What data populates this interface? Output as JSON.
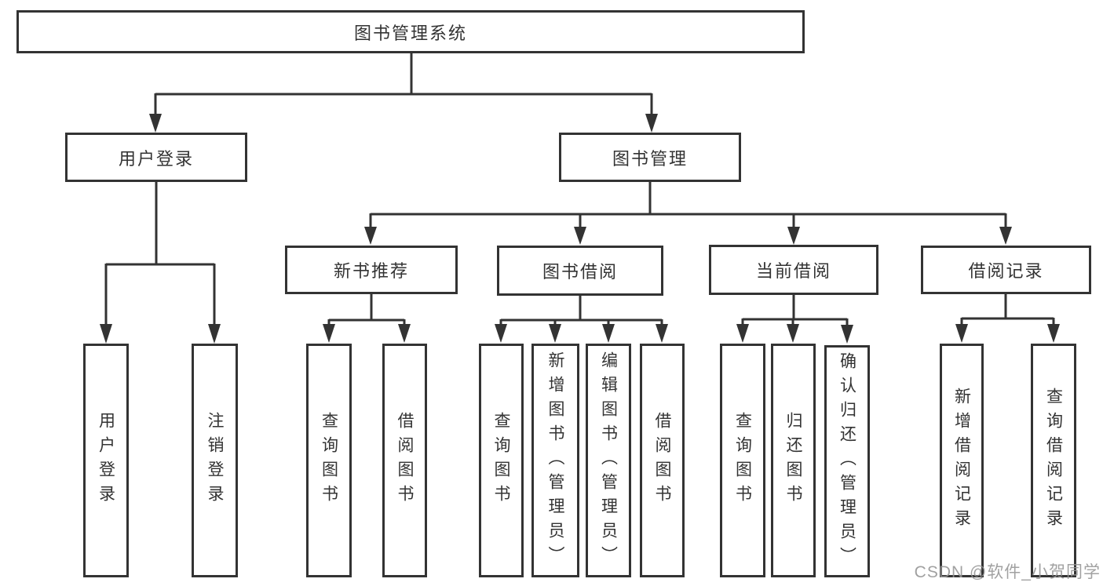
{
  "watermark": "CSDN @软件_小贺同学",
  "colors": {
    "line": "#333333",
    "box_border": "#333333",
    "text": "#333333",
    "watermark": "#949494",
    "background": "#ffffff"
  },
  "tree": {
    "label": "图书管理系统",
    "children": [
      {
        "label": "用户登录",
        "children": [
          {
            "label": "用户登录"
          },
          {
            "label": "注销登录"
          }
        ]
      },
      {
        "label": "图书管理",
        "children": [
          {
            "label": "新书推荐",
            "children": [
              {
                "label": "查询图书"
              },
              {
                "label": "借阅图书"
              }
            ]
          },
          {
            "label": "图书借阅",
            "children": [
              {
                "label": "查询图书"
              },
              {
                "label": "新增图书（管理员）"
              },
              {
                "label": "编辑图书（管理员）"
              },
              {
                "label": "借阅图书"
              }
            ]
          },
          {
            "label": "当前借阅",
            "children": [
              {
                "label": "查询图书"
              },
              {
                "label": "归还图书"
              },
              {
                "label": "确认归还（管理员）"
              }
            ]
          },
          {
            "label": "借阅记录",
            "children": [
              {
                "label": "新增借阅记录"
              },
              {
                "label": "查询借阅记录"
              }
            ]
          }
        ]
      }
    ]
  }
}
